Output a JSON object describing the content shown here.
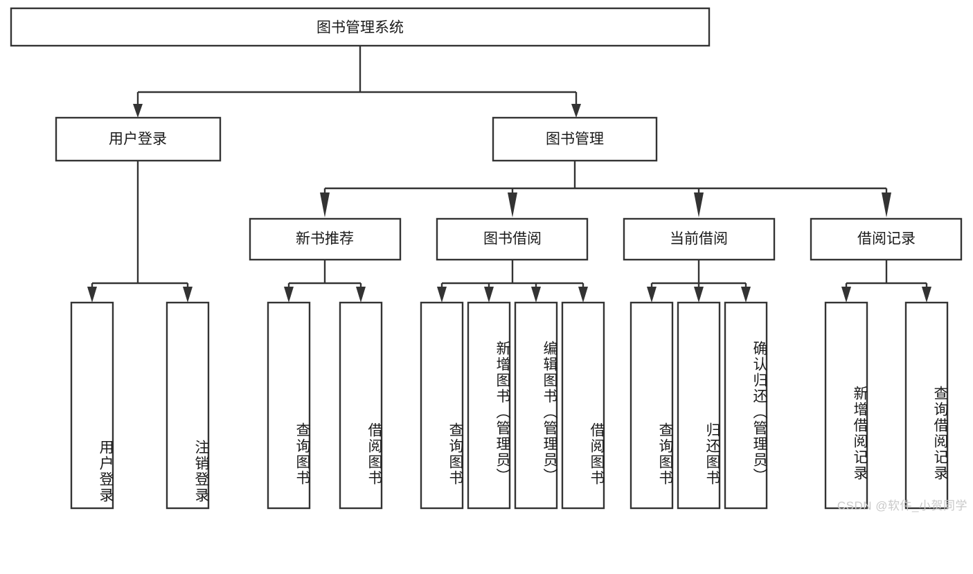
{
  "diagram": {
    "title": "图书管理系统",
    "type": "tree-hierarchy",
    "root": {
      "id": "root",
      "label": "图书管理系统"
    },
    "level1": [
      {
        "id": "user-login",
        "label": "用户登录"
      },
      {
        "id": "book-management",
        "label": "图书管理"
      }
    ],
    "level2": [
      {
        "id": "new-book-recommend",
        "label": "新书推荐",
        "parent": "book-management"
      },
      {
        "id": "book-borrow",
        "label": "图书借阅",
        "parent": "book-management"
      },
      {
        "id": "current-borrow",
        "label": "当前借阅",
        "parent": "book-management"
      },
      {
        "id": "borrow-record",
        "label": "借阅记录",
        "parent": "book-management"
      }
    ],
    "leaves": [
      {
        "id": "leaf-user-login",
        "label": "用户登录",
        "parent": "user-login"
      },
      {
        "id": "leaf-logout",
        "label": "注销登录",
        "parent": "user-login"
      },
      {
        "id": "leaf-query-book-1",
        "label": "查询图书",
        "parent": "new-book-recommend"
      },
      {
        "id": "leaf-borrow-book-1",
        "label": "借阅图书",
        "parent": "new-book-recommend"
      },
      {
        "id": "leaf-query-book-2",
        "label": "查询图书",
        "parent": "book-borrow"
      },
      {
        "id": "leaf-add-book",
        "label": "新增图书（管理员）",
        "parent": "book-borrow"
      },
      {
        "id": "leaf-edit-book",
        "label": "编辑图书（管理员）",
        "parent": "book-borrow"
      },
      {
        "id": "leaf-borrow-book-2",
        "label": "借阅图书",
        "parent": "book-borrow"
      },
      {
        "id": "leaf-query-book-3",
        "label": "查询图书",
        "parent": "current-borrow"
      },
      {
        "id": "leaf-return-book",
        "label": "归还图书",
        "parent": "current-borrow"
      },
      {
        "id": "leaf-confirm-return",
        "label": "确认归还（管理员）",
        "parent": "current-borrow"
      },
      {
        "id": "leaf-add-record",
        "label": "新增借阅记录",
        "parent": "borrow-record"
      },
      {
        "id": "leaf-query-record",
        "label": "查询借阅记录",
        "parent": "borrow-record"
      }
    ],
    "colors": {
      "stroke": "#333333",
      "fill": "#ffffff",
      "text": "#1a1a1a",
      "watermark": "#c9c9c9"
    }
  },
  "watermark": {
    "text": "CSDN @软件_小贺同学"
  }
}
